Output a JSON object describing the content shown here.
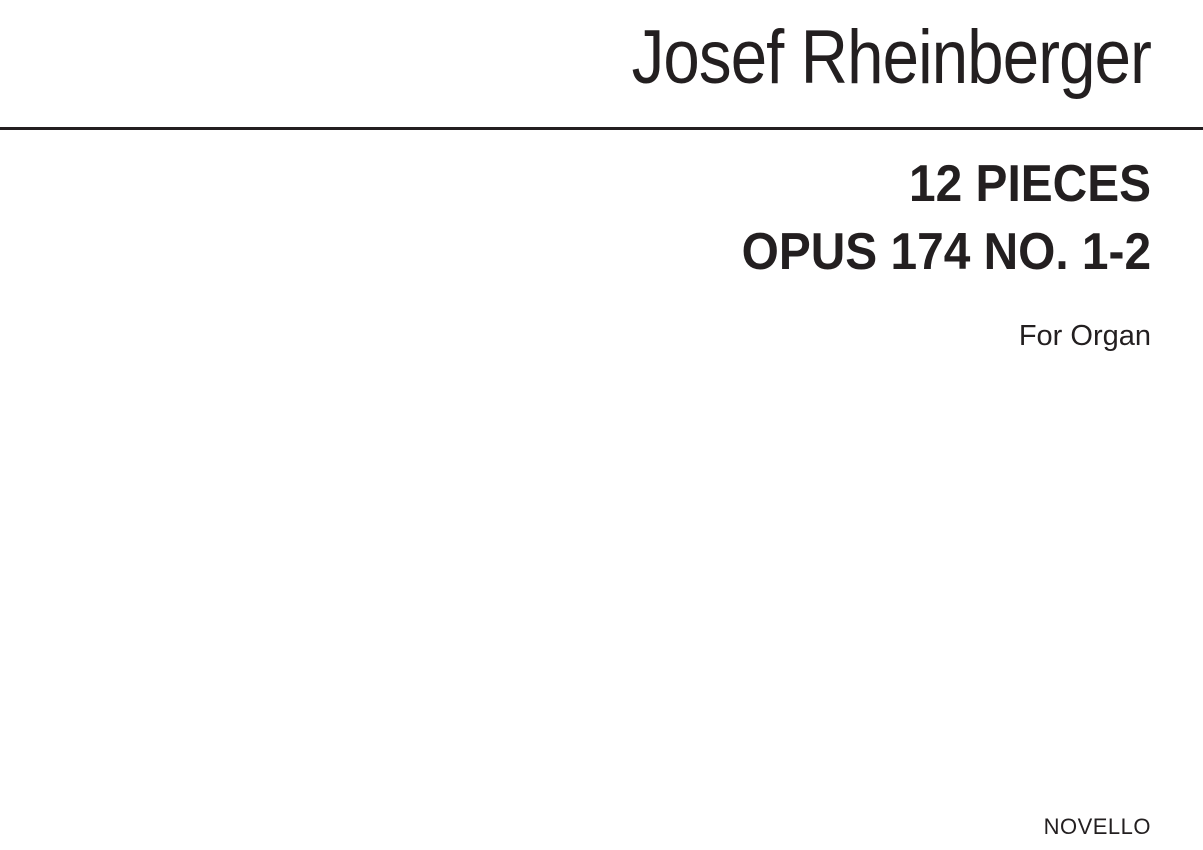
{
  "cover": {
    "composer": "Josef Rheinberger",
    "title": "12 PIECES",
    "subtitle": "OPUS 174 NO. 1-2",
    "instrumentation": "For Organ",
    "publisher": "NOVELLO"
  }
}
